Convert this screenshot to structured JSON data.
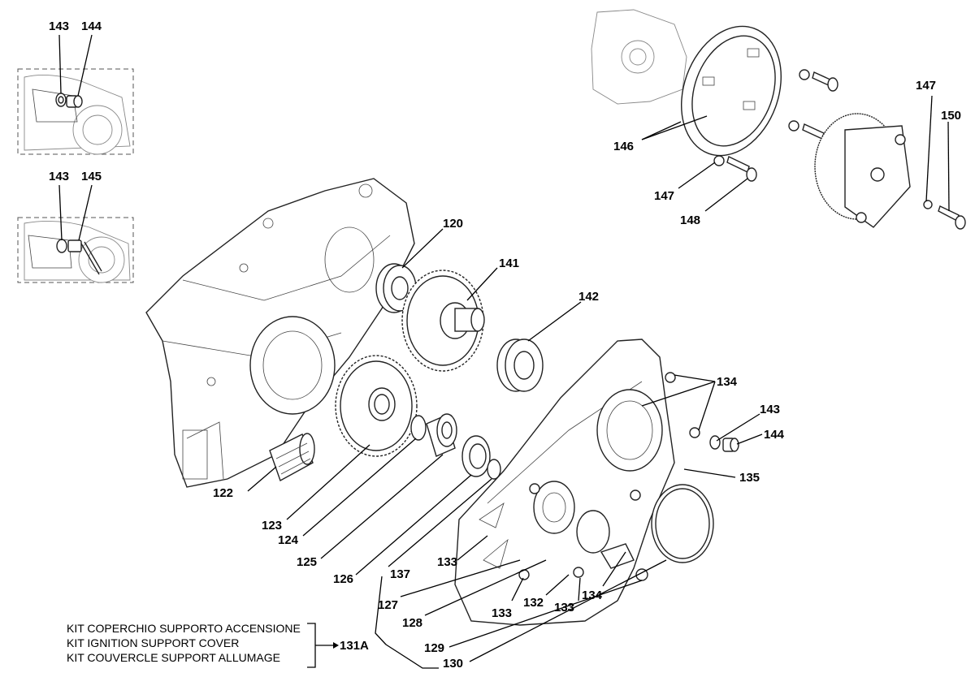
{
  "callouts": {
    "c120": "120",
    "c141": "141",
    "c142": "142",
    "c134a": "134",
    "c143a": "143",
    "c144a": "144",
    "c135": "135",
    "c122": "122",
    "c123": "123",
    "c124": "124",
    "c125": "125",
    "c126": "126",
    "c137": "137",
    "c133a": "133",
    "c127": "127",
    "c128": "128",
    "c133b": "133",
    "c132": "132",
    "c133c": "133",
    "c134b": "134",
    "c129": "129",
    "c130": "130",
    "c131a": "131A",
    "c146": "146",
    "c147a": "147",
    "c148": "148",
    "c147b": "147",
    "c150": "150",
    "d1_143": "143",
    "d1_144": "144",
    "d2_143": "143",
    "d2_145": "145"
  },
  "kit": {
    "line1": "KIT COPERCHIO SUPPORTO ACCENSIONE",
    "line2": "KIT IGNITION SUPPORT COVER",
    "line3": "KIT COUVERCLE SUPPORT ALLUMAGE"
  }
}
